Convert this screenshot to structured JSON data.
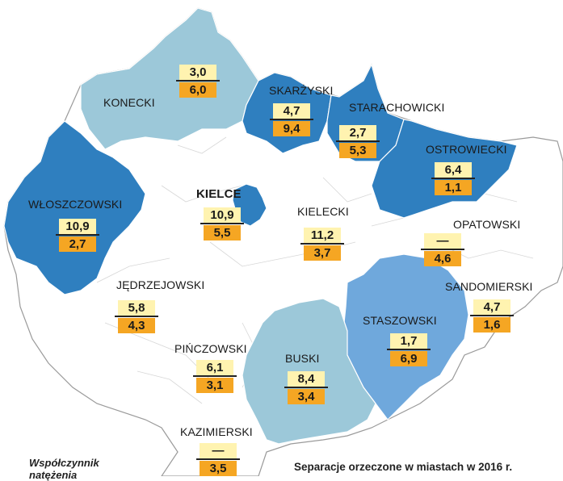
{
  "colors": {
    "dark_blue": "#2f7fbf",
    "mid_blue": "#6fa8dc",
    "light_blue": "#9cc8d9",
    "white": "#ffffff",
    "value_top_bg": "#fff3b0",
    "value_bottom_bg": "#f5a623"
  },
  "counties": [
    {
      "id": "konecki",
      "label": "KONECKI",
      "top": "3,0",
      "bottom": "6,0",
      "fill": "light"
    },
    {
      "id": "skarzyski",
      "label": "SKARŻYSKI",
      "top": "4,7",
      "bottom": "9,4",
      "fill": "dark"
    },
    {
      "id": "starachowicki",
      "label": "STARACHOWICKI",
      "top": "2,7",
      "bottom": "5,3",
      "fill": "dark"
    },
    {
      "id": "ostrowiecki",
      "label": "OSTROWIECKI",
      "top": "6,4",
      "bottom": "1,1",
      "fill": "dark"
    },
    {
      "id": "wloszczowski",
      "label": "WŁOSZCZOWSKI",
      "top": "10,9",
      "bottom": "2,7",
      "fill": "dark"
    },
    {
      "id": "kielce",
      "label": "KIELCE",
      "top": "10,9",
      "bottom": "5,5",
      "fill": "dark"
    },
    {
      "id": "kielecki",
      "label": "KIELECKI",
      "top": "11,2",
      "bottom": "3,7",
      "fill": "white"
    },
    {
      "id": "opatowski",
      "label": "OPATOWSKI",
      "top": "—",
      "bottom": "4,6",
      "fill": "white"
    },
    {
      "id": "jedrzejowski",
      "label": "JĘDRZEJOWSKI",
      "top": "5,8",
      "bottom": "4,3",
      "fill": "white"
    },
    {
      "id": "sandomierski",
      "label": "SANDOMIERSKI",
      "top": "4,7",
      "bottom": "1,6",
      "fill": "white"
    },
    {
      "id": "staszowski",
      "label": "STASZOWSKI",
      "top": "1,7",
      "bottom": "6,9",
      "fill": "mid"
    },
    {
      "id": "pinczowski",
      "label": "PIŃCZOWSKI",
      "top": "6,1",
      "bottom": "3,1",
      "fill": "white"
    },
    {
      "id": "buski",
      "label": "BUSKI",
      "top": "8,4",
      "bottom": "3,4",
      "fill": "light"
    },
    {
      "id": "kazimierski",
      "label": "KAZIMIERSKI",
      "top": "—",
      "bottom": "3,5",
      "fill": "white"
    }
  ],
  "legend": {
    "title_line1": "Współczynnik",
    "title_line2": "natężenia"
  },
  "caption": "Separacje orzeczone w miastach w 2016 r."
}
